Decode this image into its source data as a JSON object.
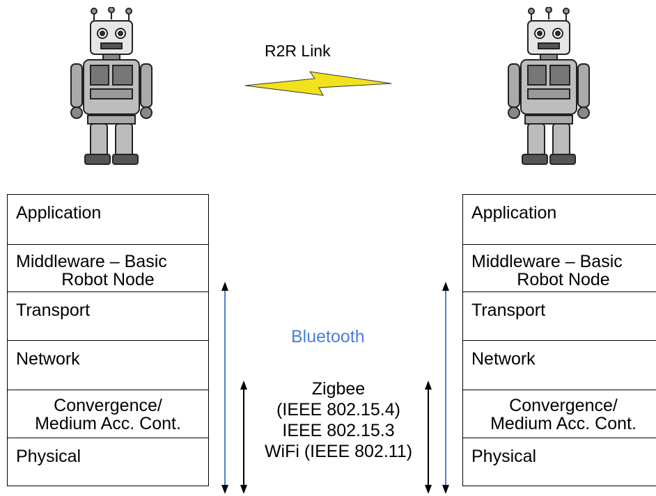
{
  "link_label": "R2R Link",
  "colors": {
    "bluetooth": "#4a7fd4",
    "bolt": "#f0e020",
    "line": "#000000"
  },
  "center": {
    "bluetooth": "Bluetooth",
    "protocols": [
      "Zigbee",
      "(IEEE 802.15.4)",
      "IEEE 802.15.3",
      "WiFi (IEEE 802.11)"
    ]
  },
  "stack": {
    "layers": [
      {
        "line1": "Application",
        "line2": ""
      },
      {
        "line1": "Middleware – Basic",
        "line2": "Robot Node"
      },
      {
        "line1": "Transport",
        "line2": ""
      },
      {
        "line1": "Network",
        "line2": ""
      },
      {
        "line1": "Convergence/",
        "line2": "Medium Acc. Cont."
      },
      {
        "line1": "Physical",
        "line2": ""
      }
    ]
  },
  "icons": {
    "robot_left": "robot-icon",
    "robot_right": "robot-icon",
    "link": "lightning-bolt-icon"
  }
}
